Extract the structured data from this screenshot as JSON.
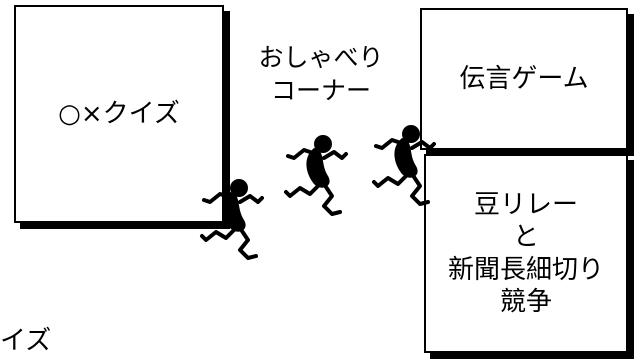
{
  "boxes": {
    "quiz": {
      "label": "○×クイズ"
    },
    "message_game": {
      "label": "伝言ゲーム"
    },
    "bean_relay": {
      "lines": [
        "豆リレー",
        "と",
        "新聞長細切り",
        "競争"
      ]
    }
  },
  "chat_corner": {
    "lines": [
      "おしゃべり",
      "コーナー"
    ]
  },
  "bottom_fragment": "イズ",
  "figures": [
    "runner-icon",
    "runner-icon",
    "runner-icon"
  ],
  "colors": {
    "ink": "#000000",
    "paper": "#ffffff"
  }
}
